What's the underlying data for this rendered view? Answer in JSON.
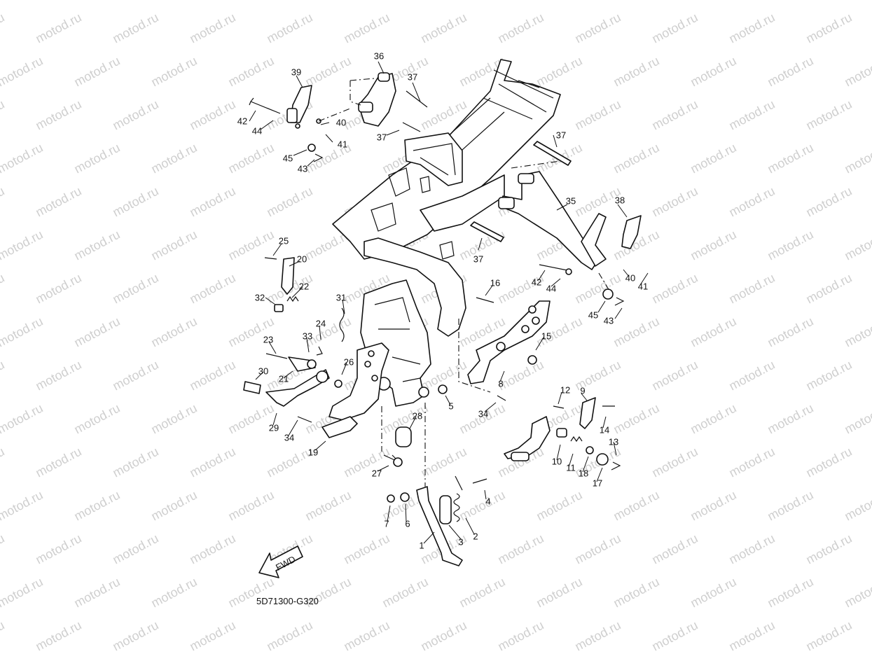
{
  "diagram": {
    "drawing_code": "5D71300-G320",
    "fwd_label": "FWD",
    "watermark": "motod.ru",
    "callouts": [
      {
        "id": "c36",
        "label": "36"
      },
      {
        "id": "c37a",
        "label": "37"
      },
      {
        "id": "c39",
        "label": "39"
      },
      {
        "id": "c42a",
        "label": "42"
      },
      {
        "id": "c44a",
        "label": "44"
      },
      {
        "id": "c40a",
        "label": "40"
      },
      {
        "id": "c41a",
        "label": "41"
      },
      {
        "id": "c37b",
        "label": "37"
      },
      {
        "id": "c45a",
        "label": "45"
      },
      {
        "id": "c43a",
        "label": "43"
      },
      {
        "id": "c37c",
        "label": "37"
      },
      {
        "id": "c35",
        "label": "35"
      },
      {
        "id": "c38",
        "label": "38"
      },
      {
        "id": "c37d",
        "label": "37"
      },
      {
        "id": "c25",
        "label": "25"
      },
      {
        "id": "c20",
        "label": "20"
      },
      {
        "id": "c22",
        "label": "22"
      },
      {
        "id": "c32",
        "label": "32"
      },
      {
        "id": "c31",
        "label": "31"
      },
      {
        "id": "c16",
        "label": "16"
      },
      {
        "id": "c42b",
        "label": "42"
      },
      {
        "id": "c44b",
        "label": "44"
      },
      {
        "id": "c40b",
        "label": "40"
      },
      {
        "id": "c41b",
        "label": "41"
      },
      {
        "id": "c45b",
        "label": "45"
      },
      {
        "id": "c43b",
        "label": "43"
      },
      {
        "id": "c24",
        "label": "24"
      },
      {
        "id": "c33",
        "label": "33"
      },
      {
        "id": "c23",
        "label": "23"
      },
      {
        "id": "c15",
        "label": "15"
      },
      {
        "id": "c30",
        "label": "30"
      },
      {
        "id": "c21",
        "label": "21"
      },
      {
        "id": "c26",
        "label": "26"
      },
      {
        "id": "c8",
        "label": "8"
      },
      {
        "id": "c5",
        "label": "5"
      },
      {
        "id": "c34a",
        "label": "34"
      },
      {
        "id": "c12",
        "label": "12"
      },
      {
        "id": "c9",
        "label": "9"
      },
      {
        "id": "c29",
        "label": "29"
      },
      {
        "id": "c34b",
        "label": "34"
      },
      {
        "id": "c28",
        "label": "28"
      },
      {
        "id": "c14",
        "label": "14"
      },
      {
        "id": "c19",
        "label": "19"
      },
      {
        "id": "c13",
        "label": "13"
      },
      {
        "id": "c10",
        "label": "10"
      },
      {
        "id": "c11",
        "label": "11"
      },
      {
        "id": "c18",
        "label": "18"
      },
      {
        "id": "c17",
        "label": "17"
      },
      {
        "id": "c27",
        "label": "27"
      },
      {
        "id": "c4",
        "label": "4"
      },
      {
        "id": "c7",
        "label": "7"
      },
      {
        "id": "c6",
        "label": "6"
      },
      {
        "id": "c3",
        "label": "3"
      },
      {
        "id": "c2",
        "label": "2"
      },
      {
        "id": "c1",
        "label": "1"
      }
    ]
  }
}
